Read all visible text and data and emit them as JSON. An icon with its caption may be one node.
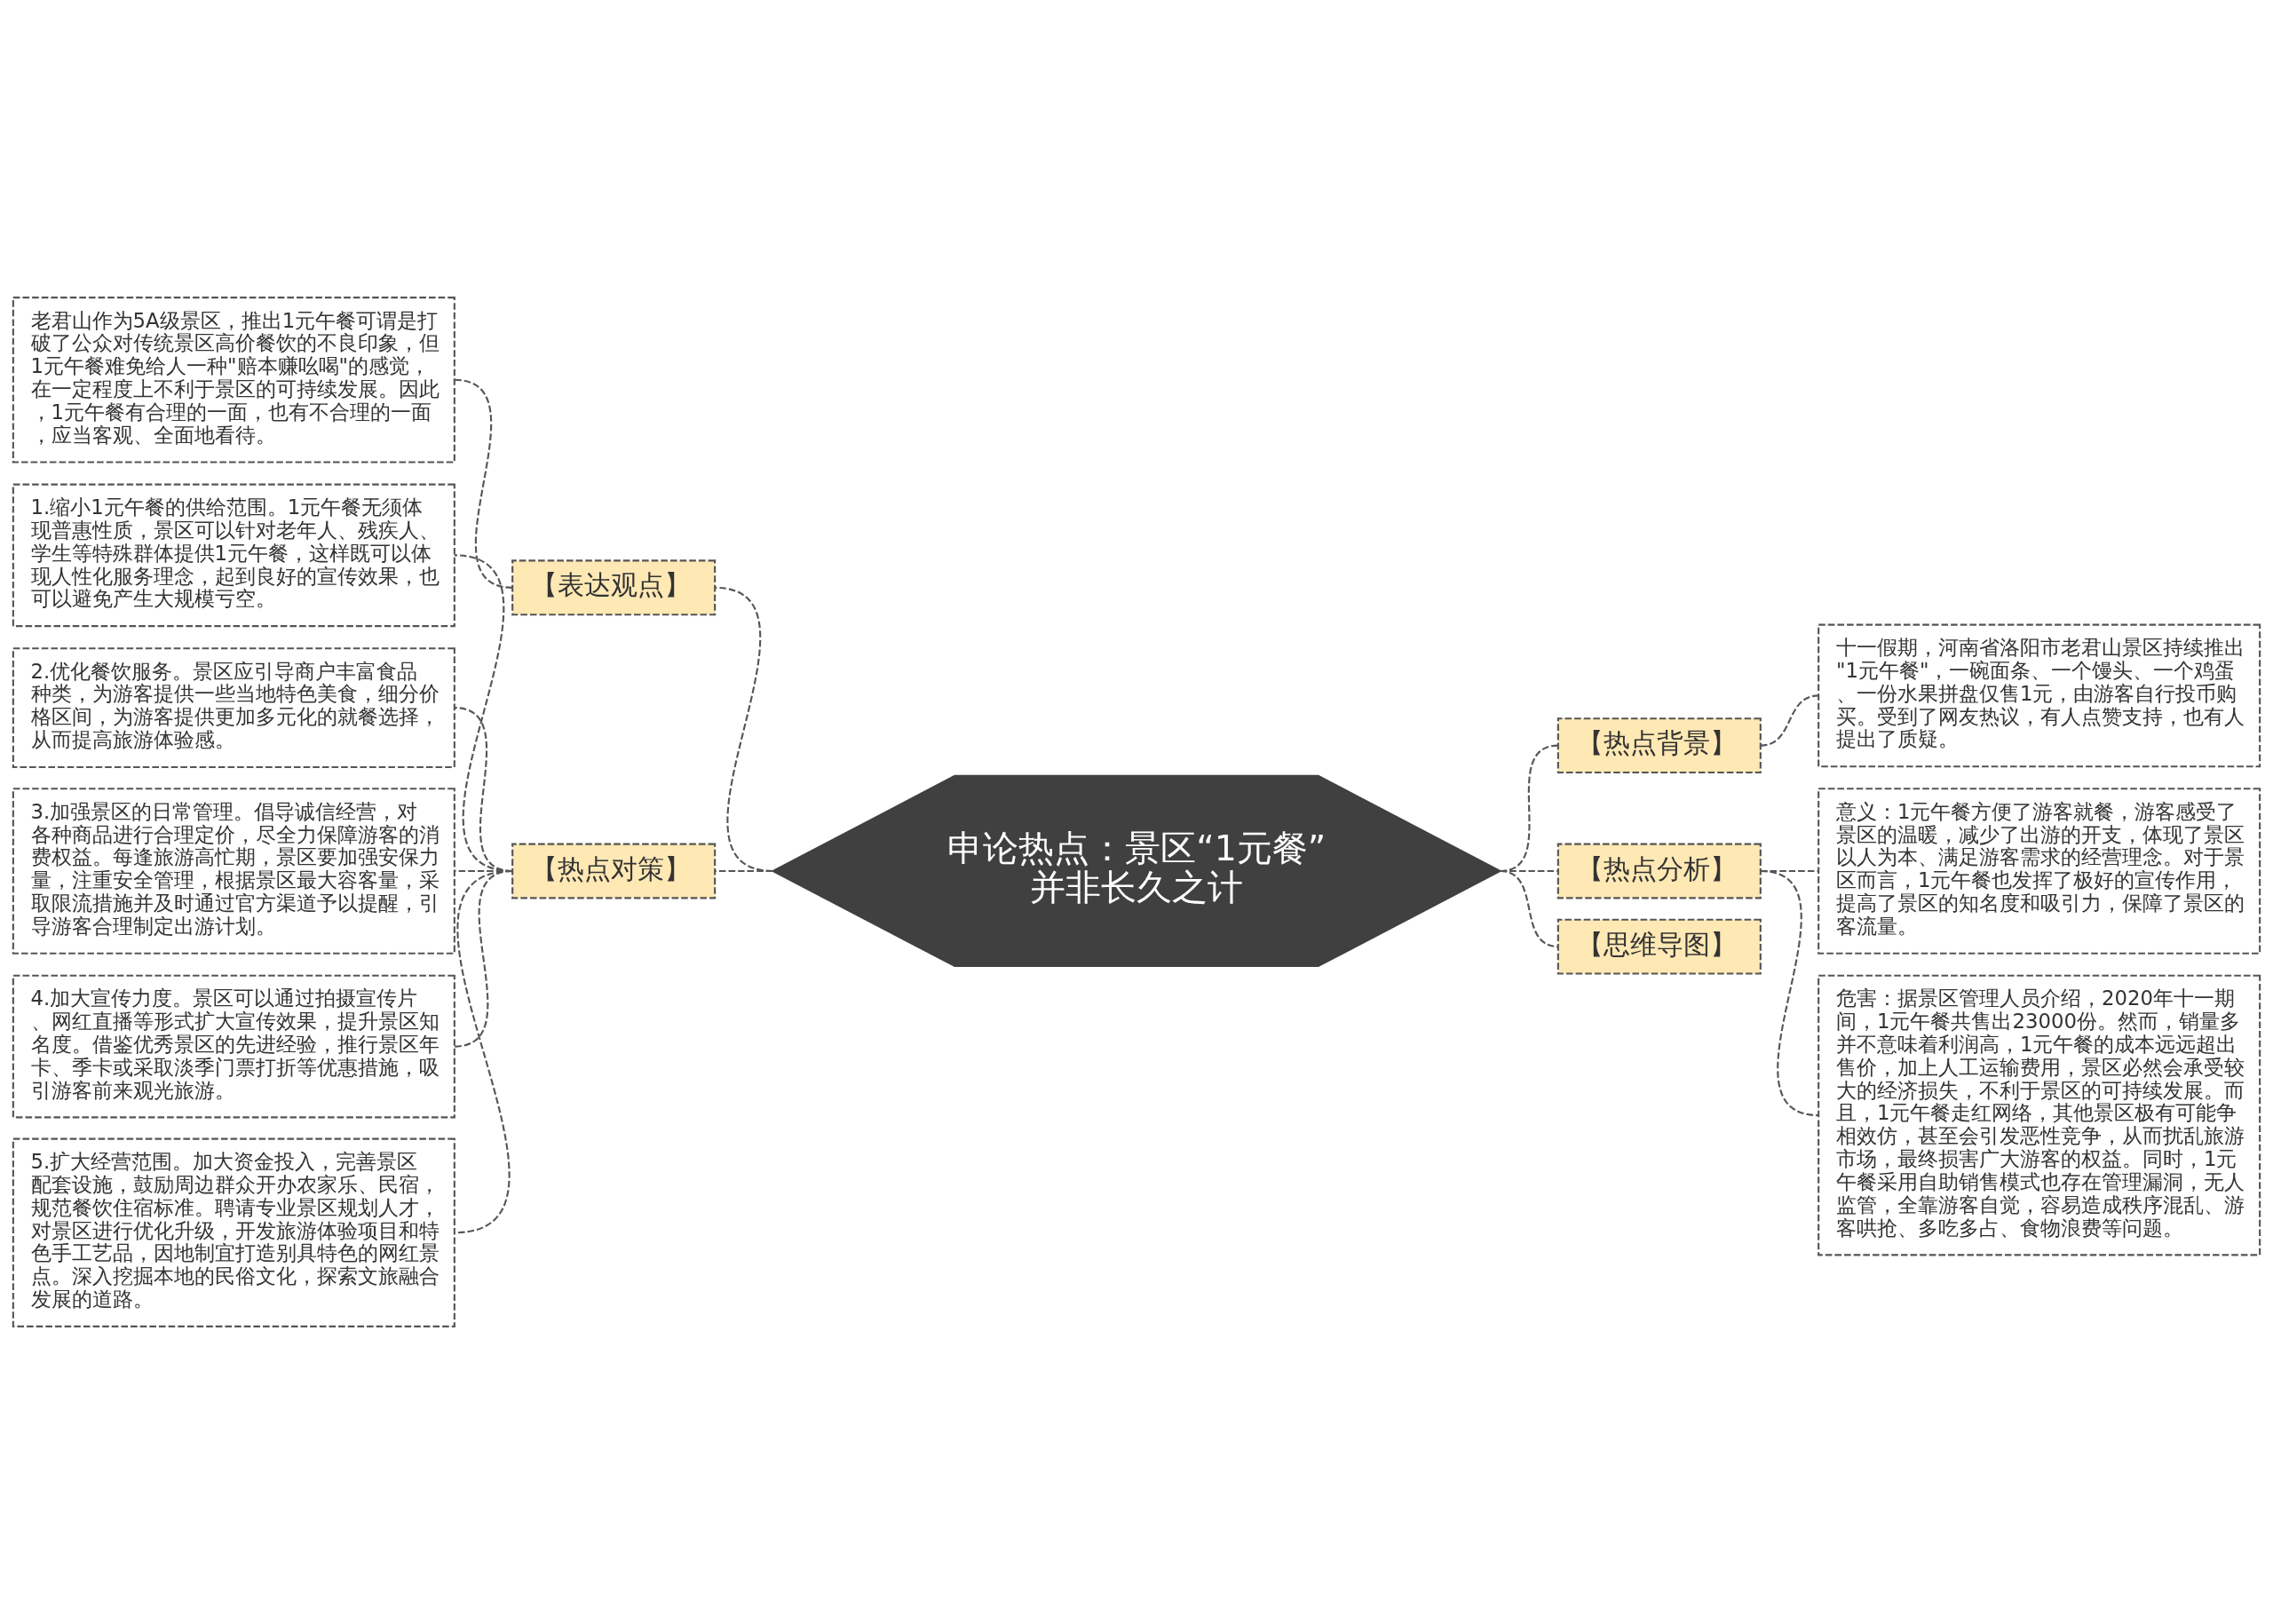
{
  "diagram": {
    "nodes": [
      {
        "text": [
          "申论热点：景区“1元餐”并非长久之计"
        ]
      },
      {
        "text": [
          "【热点背景】"
        ]
      },
      {
        "text": [
          "十一假期，河南省洛阳市老君山景区持续推出\"1元午餐\"，一碗面条、一个馒头、一个鸡蛋、一份水果拼盘仅售1元，由游客自行投币购买。受到了网友热议，有人点赞支持，也有人提出了质疑。"
        ]
      },
      {
        "text": [
          "【热点分析】"
        ]
      },
      {
        "text": [
          "意义：1元午餐方便了游客就餐，游客感受了景区的温暖，减少了出游的开支，体现了景区以人为本、满足游客需求的经营理念。对于景区而言，1元午餐也发挥了极好的宣传作用，提高了景区的知名度和吸引力，保障了景区的客流量。"
        ]
      },
      {
        "text": [
          "危害：据景区管理人员介绍，2020年十一期间，1元午餐共售出23000份。然而，销量多并不意味着利润高，1元午餐的成本远远超出售价，加上人工运输费用，景区必然会承受较大的经济损失，不利于景区的可持续发展。而且，1元午餐走红网络，其他景区极有可能争相效仿，甚至会引发恶性竞争，从而扰乱旅游市场，最终损害广大游客的权益。同时，1元午餐采用自助销售模式也存在管理漏洞，无人监管，全靠游客自觉，容易造成秩序混乱、游客哄抢、多吃多占、食物浪费等问题。"
        ]
      },
      {
        "text": [
          "【思维导图】"
        ]
      },
      {
        "text": [
          "【表达观点】"
        ]
      },
      {
        "text": [
          "老君山作为5A级景区，推出1元午餐可谓是打破了公众对传统景区高价餐饮的不良印象，但1元午餐难免给人一种\"赔本赚吆喝\"的感觉，在一定程度上不利于景区的可持续发展。因此，1元午餐有合理的一面，也有不合理的一面，应当客观、全面地看待。"
        ]
      },
      {
        "text": [
          "【热点对策】"
        ]
      },
      {
        "text": [
          "1.缩小1元午餐的供给范围。1元午餐无须体现普惠性质，景区可以针对老年人、残疾人、学生等特殊群体提供1元午餐，这样既可以体现人性化服务理念，起到良好的宣传效果，也可以避免产生大规模亏空。"
        ]
      },
      {
        "text": [
          "2.优化餐饮服务。景区应引导商户丰富食品种类，为游客提供一些当地特色美食，细分价格区间，为游客提供更加多元化的就餐选择，从而提高旅游体验感。"
        ]
      },
      {
        "text": [
          "3.加强景区的日常管理。倡导诚信经营，对各种商品进行合理定价，尽全力保障游客的消费权益。每逢旅游高忙期，景区要加强安保力量，注重安全管理，根据景区最大容客量，采取限流措施并及时通过官方渠道予以提醒，引导游客合理制定出游计划。"
        ]
      },
      {
        "text": [
          "4.加大宣传力度。景区可以通过拍摄宣传片、网红直播等形式扩大宣传效果，提升景区知名度。借鉴优秀景区的先进经验，推行景区年卡、季卡或采取淡季门票打折等优惠措施，吸引游客前来观光旅游。"
        ]
      },
      {
        "text": [
          "5.扩大经营范围。加大资金投入，完善景区配套设施，鼓励周边群众开办农家乐、民宿，规范餐饮住宿标准。聘请专业景区规划人才，对景区进行优化升级，开发旅游体验项目和特色手工艺品，因地制宜打造别具特色的网红景点。深入挖掘本地的民俗文化，探索文旅融合发展的道路。"
        ]
      }
    ],
    "edges": [
      {
        "from": 0,
        "to": 1,
        "arrow": "none",
        "style": "dashed"
      },
      {
        "from": 1,
        "to": 2,
        "arrow": "none",
        "style": "dashed"
      },
      {
        "from": 0,
        "to": 3,
        "arrow": "none",
        "style": "dashed"
      },
      {
        "from": 3,
        "to": 4,
        "arrow": "none",
        "style": "dashed"
      },
      {
        "from": 3,
        "to": 5,
        "arrow": "none",
        "style": "dashed"
      },
      {
        "from": 0,
        "to": 6,
        "arrow": "none",
        "style": "dashed"
      },
      {
        "from": 0,
        "to": 7,
        "arrow": "none",
        "style": "dashed"
      },
      {
        "from": 7,
        "to": 8,
        "arrow": "none",
        "style": "dashed"
      },
      {
        "from": 0,
        "to": 9,
        "arrow": "none",
        "style": "dashed"
      },
      {
        "from": 9,
        "to": 10,
        "arrow": "none",
        "style": "dashed"
      },
      {
        "from": 9,
        "to": 11,
        "arrow": "none",
        "style": "dashed"
      },
      {
        "from": 9,
        "to": 12,
        "arrow": "none",
        "style": "dashed"
      },
      {
        "from": 9,
        "to": 13,
        "arrow": "none",
        "style": "dashed"
      },
      {
        "from": 9,
        "to": 14,
        "arrow": "none",
        "style": "dashed"
      }
    ]
  }
}
